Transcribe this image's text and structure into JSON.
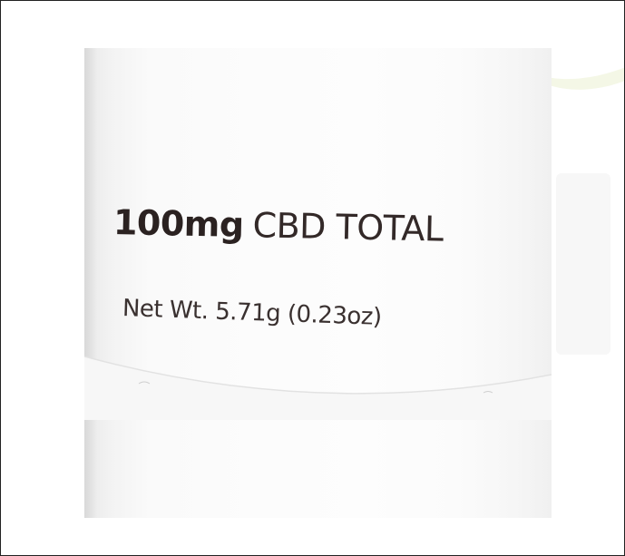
{
  "product_label": {
    "strength": "100mg",
    "descriptor": "CBD TOTAL",
    "net_weight": "Net Wt. 5.71g (0.23oz)"
  },
  "colors": {
    "label_text": "#2b2221",
    "tube_white": "#fcfcfc",
    "border": "#222222"
  }
}
